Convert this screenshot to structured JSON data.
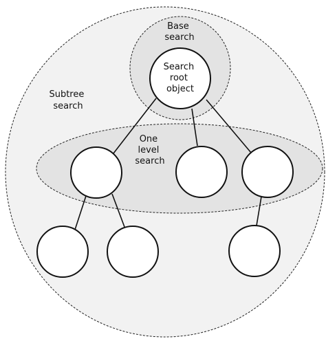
{
  "labels": {
    "subtree": [
      "Subtree",
      "search"
    ],
    "base": [
      "Base",
      "search"
    ],
    "one_level": [
      "One",
      "level",
      "search"
    ],
    "root": [
      "Search",
      "root",
      "object"
    ]
  }
}
